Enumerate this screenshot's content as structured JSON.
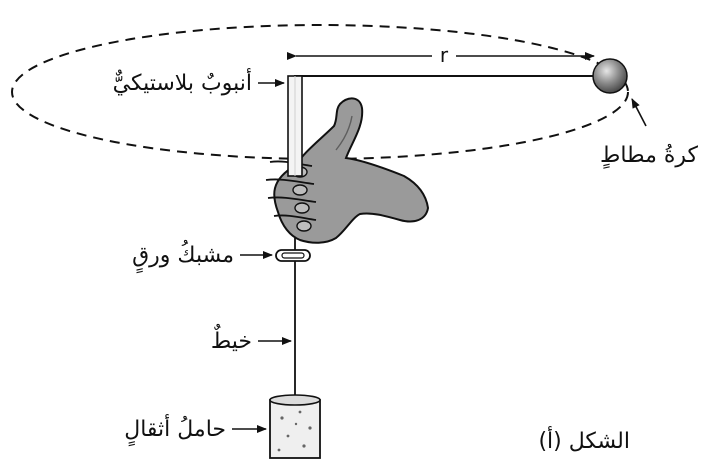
{
  "labels": {
    "radius": "r",
    "tube": "أنبوبٌ بلاستيكيٌّ",
    "ball": "كرةُ مطاطٍ",
    "clip": "مشبكُ ورقٍ",
    "string": "خيطٌ",
    "weights": "حاملُ أثقالٍ",
    "figure": "الشكل (أ)"
  },
  "colors": {
    "ink": "#111111",
    "hand_fill": "#9a9a9a",
    "hand_shade": "#6e6e6e",
    "ball_fill": "#8c8c8c",
    "tube_fill": "#f4f4f4"
  }
}
